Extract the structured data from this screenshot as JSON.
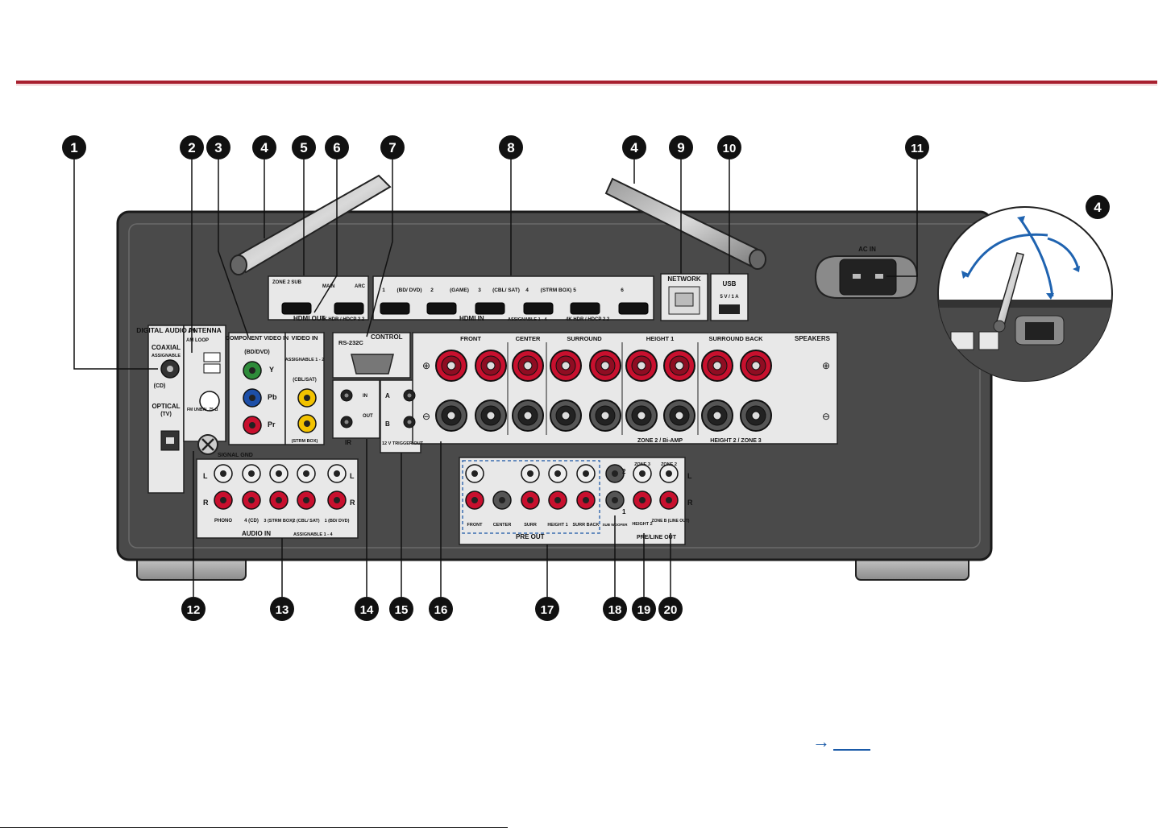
{
  "callouts": {
    "top": [
      {
        "id": "c1",
        "num": "1"
      },
      {
        "id": "c2",
        "num": "2"
      },
      {
        "id": "c3",
        "num": "3"
      },
      {
        "id": "c4a",
        "num": "4"
      },
      {
        "id": "c5",
        "num": "5"
      },
      {
        "id": "c6",
        "num": "6"
      },
      {
        "id": "c7",
        "num": "7"
      },
      {
        "id": "c8",
        "num": "8"
      },
      {
        "id": "c4b",
        "num": "4"
      },
      {
        "id": "c9",
        "num": "9"
      },
      {
        "id": "c10",
        "num": "10"
      },
      {
        "id": "c11",
        "num": "11"
      },
      {
        "id": "c4c",
        "num": "4"
      }
    ],
    "bottom": [
      {
        "id": "c12",
        "num": "12"
      },
      {
        "id": "c13",
        "num": "13"
      },
      {
        "id": "c14",
        "num": "14"
      },
      {
        "id": "c15",
        "num": "15"
      },
      {
        "id": "c16",
        "num": "16"
      },
      {
        "id": "c17",
        "num": "17"
      },
      {
        "id": "c18",
        "num": "18"
      },
      {
        "id": "c19",
        "num": "19"
      },
      {
        "id": "c20",
        "num": "20"
      }
    ]
  },
  "labels": {
    "digital_audio_in": "DIGITAL AUDIO IN",
    "coaxial": "COAXIAL",
    "assignable": "ASSIGNABLE",
    "cd": "(CD)",
    "optical": "OPTICAL",
    "tv": "(TV)",
    "antenna": "ANTENNA",
    "am_loop": "AM LOOP",
    "fm": "FM UNBAL 75 Ω",
    "component_video_in": "COMPONENT VIDEO IN",
    "bd_dvd": "(BD/DVD)",
    "y": "Y",
    "pb": "Pb",
    "pr": "Pr",
    "video_in": "VIDEO IN",
    "assignable_12": "ASSIGNABLE 1 - 2",
    "cbl_sat": "(CBL/SAT)",
    "strm_box": "(STRM BOX)",
    "zone2_sub": "ZONE 2 SUB",
    "main": "MAIN",
    "arc": "ARC",
    "hdmi_out": "HDMI OUT",
    "hdcp": "4K HDR / HDCP 2.2",
    "rs232c": "RS-232C",
    "control": "CONTROL",
    "in": "IN",
    "out": "OUT",
    "ir": "IR",
    "trig_a": "A",
    "trig_b": "B",
    "trigger": "12 V TRIGGER OUT",
    "hdmi_in": "HDMI IN",
    "assignable_14": "ASSIGNABLE 1 - 4",
    "hdmi_in_ports": [
      "1",
      "(BD/ DVD)",
      "2",
      "(GAME)",
      "3",
      "(CBL/ SAT)",
      "4",
      "(STRM BOX)",
      "5",
      "6"
    ],
    "network": "NETWORK",
    "usb": "USB",
    "usb_power": "5 V / 1 A",
    "ac_in": "AC IN",
    "speakers": "SPEAKERS",
    "front": "FRONT",
    "center": "CENTER",
    "surround": "SURROUND",
    "height1": "HEIGHT 1",
    "surround_back": "SURROUND BACK",
    "r": "R",
    "l": "L",
    "plus": "⊕",
    "minus": "⊖",
    "zone2_biamp": "ZONE 2 / Bi-AMP",
    "height2_zone3": "HEIGHT 2 / ZONE 3",
    "signal_gnd": "SIGNAL GND",
    "phono": "PHONO",
    "audio_cd": "4 (CD)",
    "audio_strm": "3 (STRM BOX)",
    "audio_cbl": "2 (CBL/ SAT)",
    "audio_bd": "1 (BD/ DVD)",
    "audio_in": "AUDIO IN",
    "assignable_14b": "ASSIGNABLE 1 - 4",
    "pre_front": "FRONT",
    "pre_center": "CENTER",
    "pre_surr": "SURR",
    "pre_height1": "HEIGHT 1",
    "pre_surr_back": "SURR BACK",
    "pre_sub": "SUB WOOFER",
    "pre_out": "PRE OUT",
    "zone3": "ZONE 3",
    "zone2": "ZONE 2",
    "height2": "HEIGHT 2",
    "zone_b": "ZONE B (LINE OUT)",
    "pre_line_out": "PRE/LINE OUT",
    "sub_2": "2",
    "sub_1": "1"
  },
  "colors": {
    "accent": "#a8202f",
    "panel": "#4a4a4a",
    "link": "#1a5aa8",
    "arrow": "#1f63b0"
  },
  "reference": {
    "arrow": "→"
  }
}
